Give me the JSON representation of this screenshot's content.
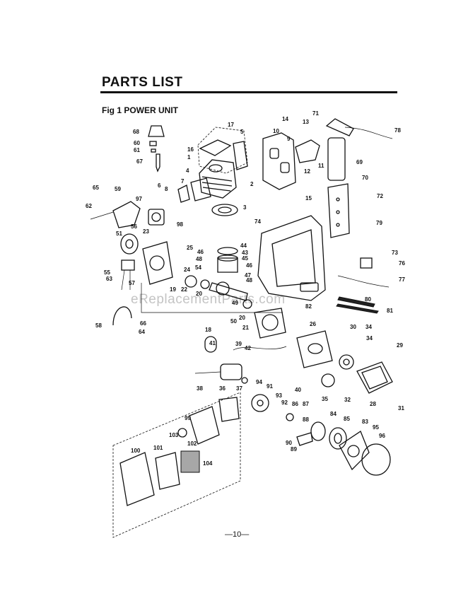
{
  "header": {
    "title": "PARTS LIST"
  },
  "figure": {
    "caption": "Fig 1 POWER UNIT"
  },
  "footer": {
    "page_number": "—10—"
  },
  "watermark": {
    "text": "eReplacementParts.com"
  },
  "callouts": [
    {
      "id": "c68",
      "label": "68"
    },
    {
      "id": "c60",
      "label": "60"
    },
    {
      "id": "c61",
      "label": "61"
    },
    {
      "id": "c67",
      "label": "67"
    },
    {
      "id": "c17",
      "label": "17"
    },
    {
      "id": "c5",
      "label": "5"
    },
    {
      "id": "c16",
      "label": "16"
    },
    {
      "id": "c1",
      "label": "1"
    },
    {
      "id": "c4",
      "label": "4"
    },
    {
      "id": "c7",
      "label": "7"
    },
    {
      "id": "c2",
      "label": "2"
    },
    {
      "id": "c3",
      "label": "3"
    },
    {
      "id": "c10",
      "label": "10"
    },
    {
      "id": "c9",
      "label": "9"
    },
    {
      "id": "c14",
      "label": "14"
    },
    {
      "id": "c13",
      "label": "13"
    },
    {
      "id": "c12",
      "label": "12"
    },
    {
      "id": "c11",
      "label": "11"
    },
    {
      "id": "c15",
      "label": "15"
    },
    {
      "id": "c71",
      "label": "71"
    },
    {
      "id": "c78",
      "label": "78"
    },
    {
      "id": "c69",
      "label": "69"
    },
    {
      "id": "c70",
      "label": "70"
    },
    {
      "id": "c72",
      "label": "72"
    },
    {
      "id": "c79",
      "label": "79"
    },
    {
      "id": "c73",
      "label": "73"
    },
    {
      "id": "c76",
      "label": "76"
    },
    {
      "id": "c77",
      "label": "77"
    },
    {
      "id": "c80",
      "label": "80"
    },
    {
      "id": "c81",
      "label": "81"
    },
    {
      "id": "c82",
      "label": "82"
    },
    {
      "id": "c74",
      "label": "74"
    },
    {
      "id": "c65",
      "label": "65"
    },
    {
      "id": "c59",
      "label": "59"
    },
    {
      "id": "c62",
      "label": "62"
    },
    {
      "id": "c97",
      "label": "97"
    },
    {
      "id": "c6",
      "label": "6"
    },
    {
      "id": "c8",
      "label": "8"
    },
    {
      "id": "c98",
      "label": "98"
    },
    {
      "id": "c51",
      "label": "51"
    },
    {
      "id": "c56",
      "label": "56"
    },
    {
      "id": "c23",
      "label": "23"
    },
    {
      "id": "c25",
      "label": "25"
    },
    {
      "id": "c44",
      "label": "44"
    },
    {
      "id": "c46a",
      "label": "46"
    },
    {
      "id": "c43",
      "label": "43"
    },
    {
      "id": "c45",
      "label": "45"
    },
    {
      "id": "c48a",
      "label": "48"
    },
    {
      "id": "c46b",
      "label": "46"
    },
    {
      "id": "c47",
      "label": "47"
    },
    {
      "id": "c48b",
      "label": "48"
    },
    {
      "id": "c55",
      "label": "55"
    },
    {
      "id": "c63",
      "label": "63"
    },
    {
      "id": "c57",
      "label": "57"
    },
    {
      "id": "c54",
      "label": "54"
    },
    {
      "id": "c24",
      "label": "24"
    },
    {
      "id": "c19",
      "label": "19"
    },
    {
      "id": "c22",
      "label": "22"
    },
    {
      "id": "c20a",
      "label": "20"
    },
    {
      "id": "c49",
      "label": "49"
    },
    {
      "id": "c50",
      "label": "50"
    },
    {
      "id": "c20b",
      "label": "20"
    },
    {
      "id": "c21",
      "label": "21"
    },
    {
      "id": "c18",
      "label": "18"
    },
    {
      "id": "c58",
      "label": "58"
    },
    {
      "id": "c66",
      "label": "66"
    },
    {
      "id": "c64",
      "label": "64"
    },
    {
      "id": "c26",
      "label": "26"
    },
    {
      "id": "c30",
      "label": "30"
    },
    {
      "id": "c34a",
      "label": "34"
    },
    {
      "id": "c34b",
      "label": "34"
    },
    {
      "id": "c29",
      "label": "29"
    },
    {
      "id": "c41",
      "label": "41"
    },
    {
      "id": "c42",
      "label": "42"
    },
    {
      "id": "c39",
      "label": "39"
    },
    {
      "id": "c40",
      "label": "40"
    },
    {
      "id": "c35",
      "label": "35"
    },
    {
      "id": "c32",
      "label": "32"
    },
    {
      "id": "c28",
      "label": "28"
    },
    {
      "id": "c31",
      "label": "31"
    },
    {
      "id": "c38",
      "label": "38"
    },
    {
      "id": "c36",
      "label": "36"
    },
    {
      "id": "c37",
      "label": "37"
    },
    {
      "id": "c94",
      "label": "94"
    },
    {
      "id": "c91",
      "label": "91"
    },
    {
      "id": "c93",
      "label": "93"
    },
    {
      "id": "c92",
      "label": "92"
    },
    {
      "id": "c86",
      "label": "86"
    },
    {
      "id": "c87",
      "label": "87"
    },
    {
      "id": "c88",
      "label": "88"
    },
    {
      "id": "c84",
      "label": "84"
    },
    {
      "id": "c85",
      "label": "85"
    },
    {
      "id": "c83",
      "label": "83"
    },
    {
      "id": "c95",
      "label": "95"
    },
    {
      "id": "c96",
      "label": "96"
    },
    {
      "id": "c90",
      "label": "90"
    },
    {
      "id": "c89",
      "label": "89"
    },
    {
      "id": "c99",
      "label": "99"
    },
    {
      "id": "c103",
      "label": "103"
    },
    {
      "id": "c102",
      "label": "102"
    },
    {
      "id": "c100",
      "label": "100"
    },
    {
      "id": "c101",
      "label": "101"
    },
    {
      "id": "c104",
      "label": "104"
    }
  ]
}
